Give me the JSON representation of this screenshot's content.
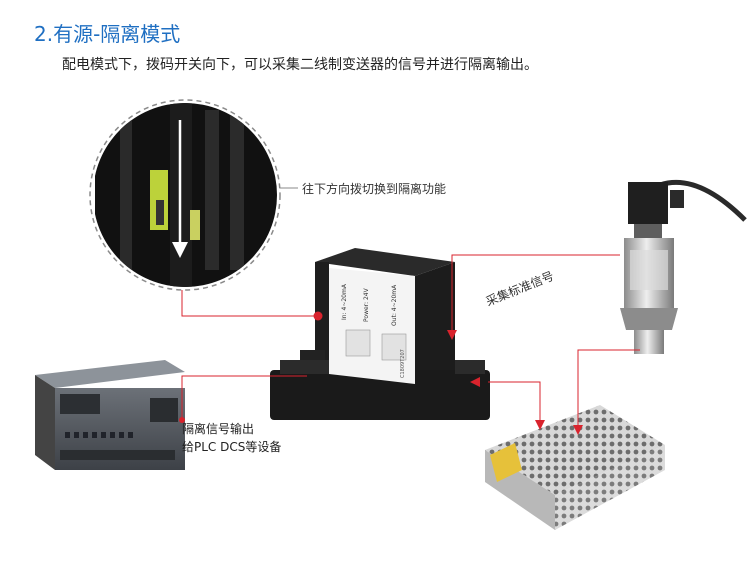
{
  "header": {
    "title": "2.有源-隔离模式",
    "subtitle": "配电模式下，拨码开关向下，可以采集二线制变送器的信号并进行隔离输出。"
  },
  "callouts": {
    "switch_hint": "往下方向拨切换到隔离功能",
    "collect_signal": "采集标准信号",
    "output_line1": "隔离信号输出",
    "output_line2": "给PLC DCS等设备"
  },
  "module_label": {
    "in": "In:  4~20mA",
    "power": "Power:  24V",
    "out": "Out:  4~20mA",
    "serial": "C1809T207"
  },
  "colors": {
    "title": "#1f6fc2",
    "connector": "#d9232d"
  }
}
